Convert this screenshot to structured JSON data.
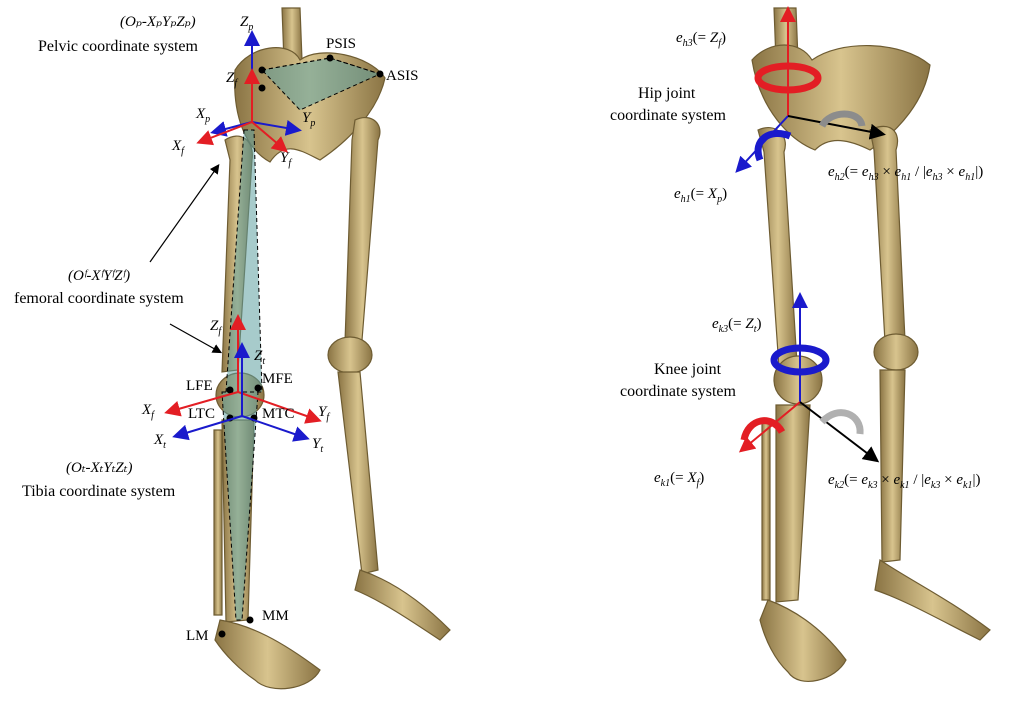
{
  "left_panel": {
    "pelvic": {
      "axes": "(Oₚ-XₚYₚZₚ)",
      "name": "Pelvic coordinate system"
    },
    "femoral": {
      "axes": "(Oᶠ-XᶠYᶠZᶠ)",
      "name": "femoral coordinate system"
    },
    "tibia": {
      "axes": "(Oₜ-XₜYₜZₜ)",
      "name": "Tibia coordinate system"
    },
    "landmarks": {
      "psis": "PSIS",
      "asis": "ASIS",
      "lfe": "LFE",
      "mfe": "MFE",
      "ltc": "LTC",
      "mtc": "MTC",
      "lm": "LM",
      "mm": "MM"
    },
    "axis_letters": {
      "x": "X",
      "y": "Y",
      "z": "Z",
      "p": "p",
      "f": "f",
      "t": "t"
    }
  },
  "right_panel": {
    "hip": {
      "line1": "Hip joint",
      "line2": "coordinate system"
    },
    "knee": {
      "line1": "Knee joint",
      "line2": "coordinate system"
    },
    "e": "e",
    "h1": "h1",
    "h2": "h2",
    "h3": "h3",
    "k1": "k1",
    "k2": "k2",
    "k3": "k3",
    "eq_open": "(= ",
    "close": ")",
    "Xp": "X",
    "Zf": "Z",
    "Zt": "Z",
    "Xf": "X",
    "p": "p",
    "f": "f",
    "t": "t",
    "cross": " × ",
    "slash": " / |",
    "bar": "|"
  },
  "colors": {
    "red": "#e31e24",
    "blue": "#1a1acc",
    "black": "#000000",
    "teal": "#5fa0a0",
    "bone": "#c9b27a",
    "bone_dark": "#7d6a40"
  }
}
